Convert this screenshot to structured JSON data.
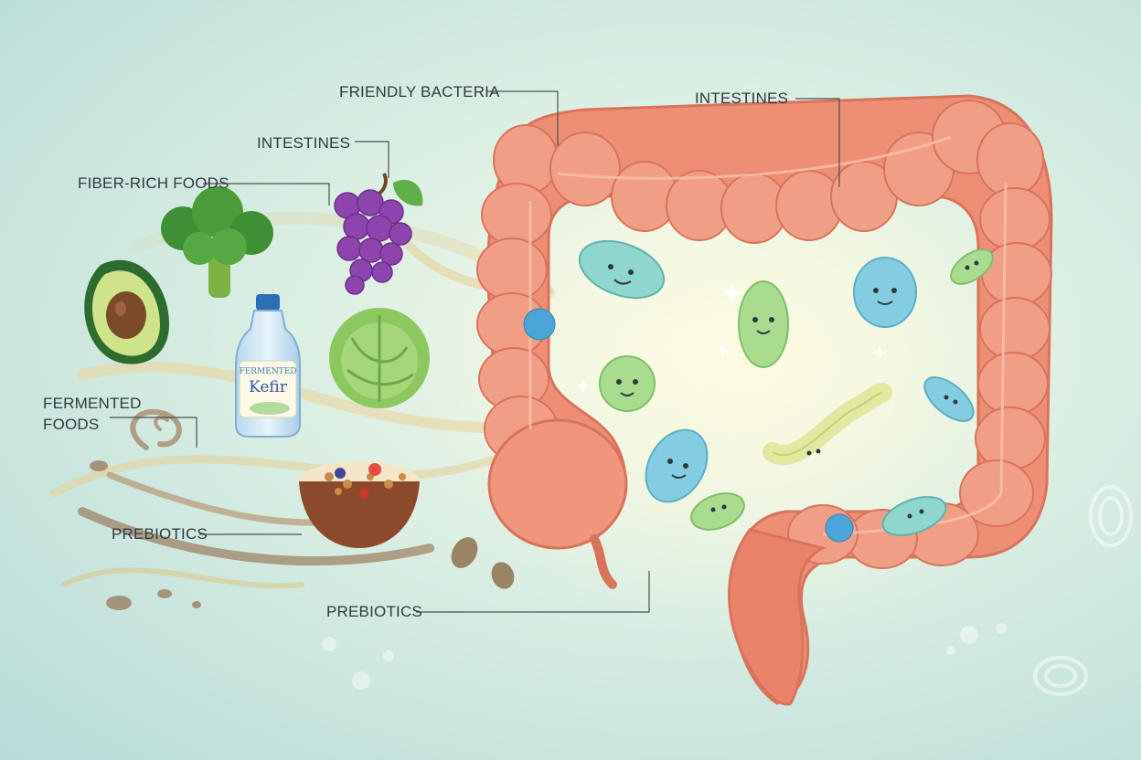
{
  "labels": {
    "friendly_bacteria": "FRIENDLY BACTERIA",
    "intestines_top": "INTESTINES",
    "intestines_left": "INTESTINES",
    "fiber_rich_foods": "FIBER-RICH FOODS",
    "fermented_foods_line1": "FERMENTED",
    "fermented_foods_line2": "FOODS",
    "prebiotics_left": "PREBIOTICS",
    "prebiotics_bottom": "PREBIOTICS"
  },
  "bottle": {
    "brand": "FERMENTED",
    "product": "Kefir"
  },
  "colors": {
    "intestine": "#ec8f75",
    "intestine_shadow": "#d9735b",
    "bacteria_teal": "#8fd6cf",
    "bacteria_green": "#a9dc8f",
    "bacteria_blue": "#84cde0",
    "leader_line": "#4a4f52"
  },
  "icons": [
    "broccoli-icon",
    "grapes-icon",
    "avocado-icon",
    "kefir-bottle-icon",
    "cabbage-icon",
    "cereal-bowl-icon",
    "leaf-icon"
  ]
}
